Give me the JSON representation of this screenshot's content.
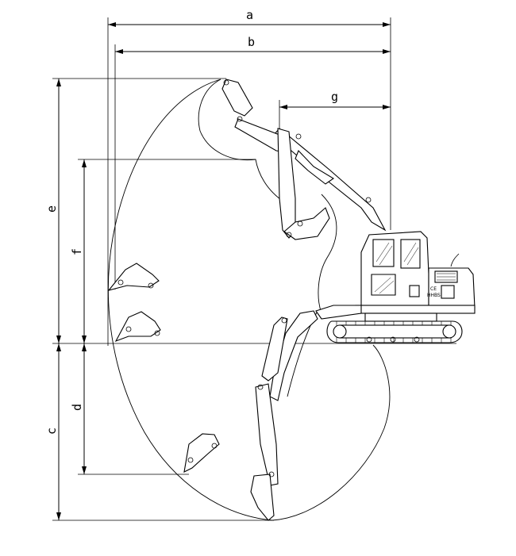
{
  "diagram": {
    "dimension_labels": {
      "a": "a",
      "b": "b",
      "c": "c",
      "d": "d",
      "e": "e",
      "f": "f",
      "g": "g"
    },
    "machine_badge": "CE",
    "machine_model": "HHBS"
  }
}
